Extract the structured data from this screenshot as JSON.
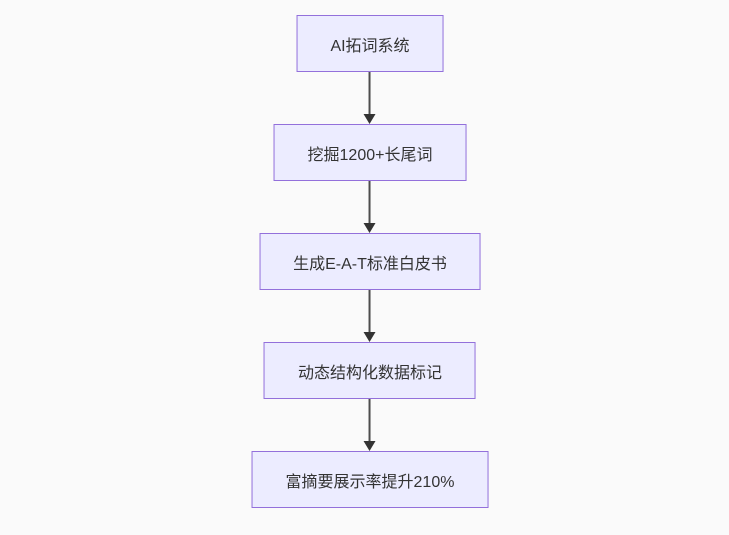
{
  "colors": {
    "background": "#fafafa",
    "node_fill": "#ECECFF",
    "node_border": "#9370DB",
    "node_text": "#333333",
    "edge": "#333333"
  },
  "diagram": {
    "type": "flowchart",
    "direction": "top-down",
    "nodes": [
      {
        "id": "n1",
        "label": "AI拓词系统"
      },
      {
        "id": "n2",
        "label": "挖掘1200+长尾词"
      },
      {
        "id": "n3",
        "label": "生成E-A-T标准白皮书"
      },
      {
        "id": "n4",
        "label": "动态结构化数据标记"
      },
      {
        "id": "n5",
        "label": "富摘要展示率提升210%"
      }
    ],
    "edges": [
      {
        "from": "n1",
        "to": "n2"
      },
      {
        "from": "n2",
        "to": "n3"
      },
      {
        "from": "n3",
        "to": "n4"
      },
      {
        "from": "n4",
        "to": "n5"
      }
    ]
  }
}
